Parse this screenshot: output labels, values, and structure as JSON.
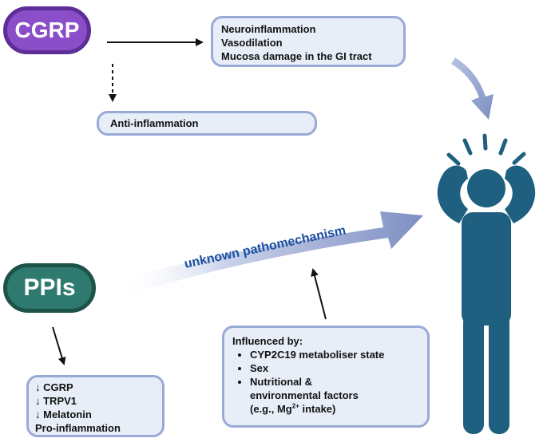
{
  "cgrp": {
    "label": "CGRP",
    "effects": [
      "Neuroinflammation",
      "Vasodilation",
      "Mucosa damage in the GI tract"
    ],
    "anti": "Anti-inflammation"
  },
  "ppi": {
    "label": "PPIs",
    "effects": [
      "↓ CGRP",
      "↓ TRPV1",
      "↓ Melatonin",
      "Pro-inflammation"
    ],
    "arrow_label": "unknown pathomechanism"
  },
  "influence": {
    "title": "Influenced by:",
    "items": [
      "CYP2C19 metaboliser state",
      "Sex",
      "Nutritional &",
      "environmental factors"
    ],
    "last_prefix": "(e.g., Mg",
    "last_sup": "2+",
    "last_suffix": " intake)"
  },
  "colors": {
    "cgrp": "#8a4fc8",
    "ppi": "#2f7a6e",
    "box_border": "#9aaad6",
    "box_fill": "#e8eef8",
    "figure": "#1f5f80",
    "big_arrow": "#8a9cc8",
    "arrow_text": "#1c4fa0"
  },
  "icons": [
    "headache-person-icon",
    "pain-lines-icon"
  ]
}
